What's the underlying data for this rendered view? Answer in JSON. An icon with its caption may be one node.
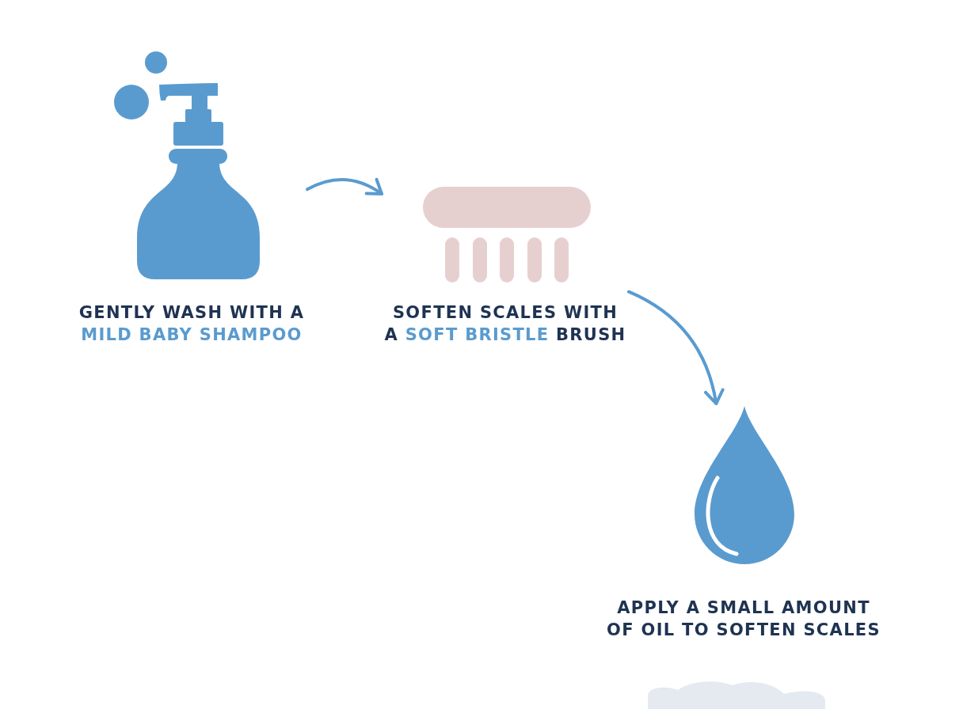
{
  "diagram": {
    "nodes": [
      {
        "text": [
          "GENTLY WASH WITH A **MILD BABY SHAMPOO**"
        ]
      },
      {
        "text": [
          "SOFTEN SCALES WITH A **SOFT BRISTLE** BRUSH"
        ]
      },
      {
        "text": [
          "APPLY A SMALL AMOUNT OF OIL TO SOFTEN SCALES"
        ]
      }
    ],
    "edges": [
      {
        "from": 0,
        "to": 1,
        "arrow": "to"
      },
      {
        "from": 1,
        "to": 2,
        "arrow": "to"
      }
    ]
  }
}
